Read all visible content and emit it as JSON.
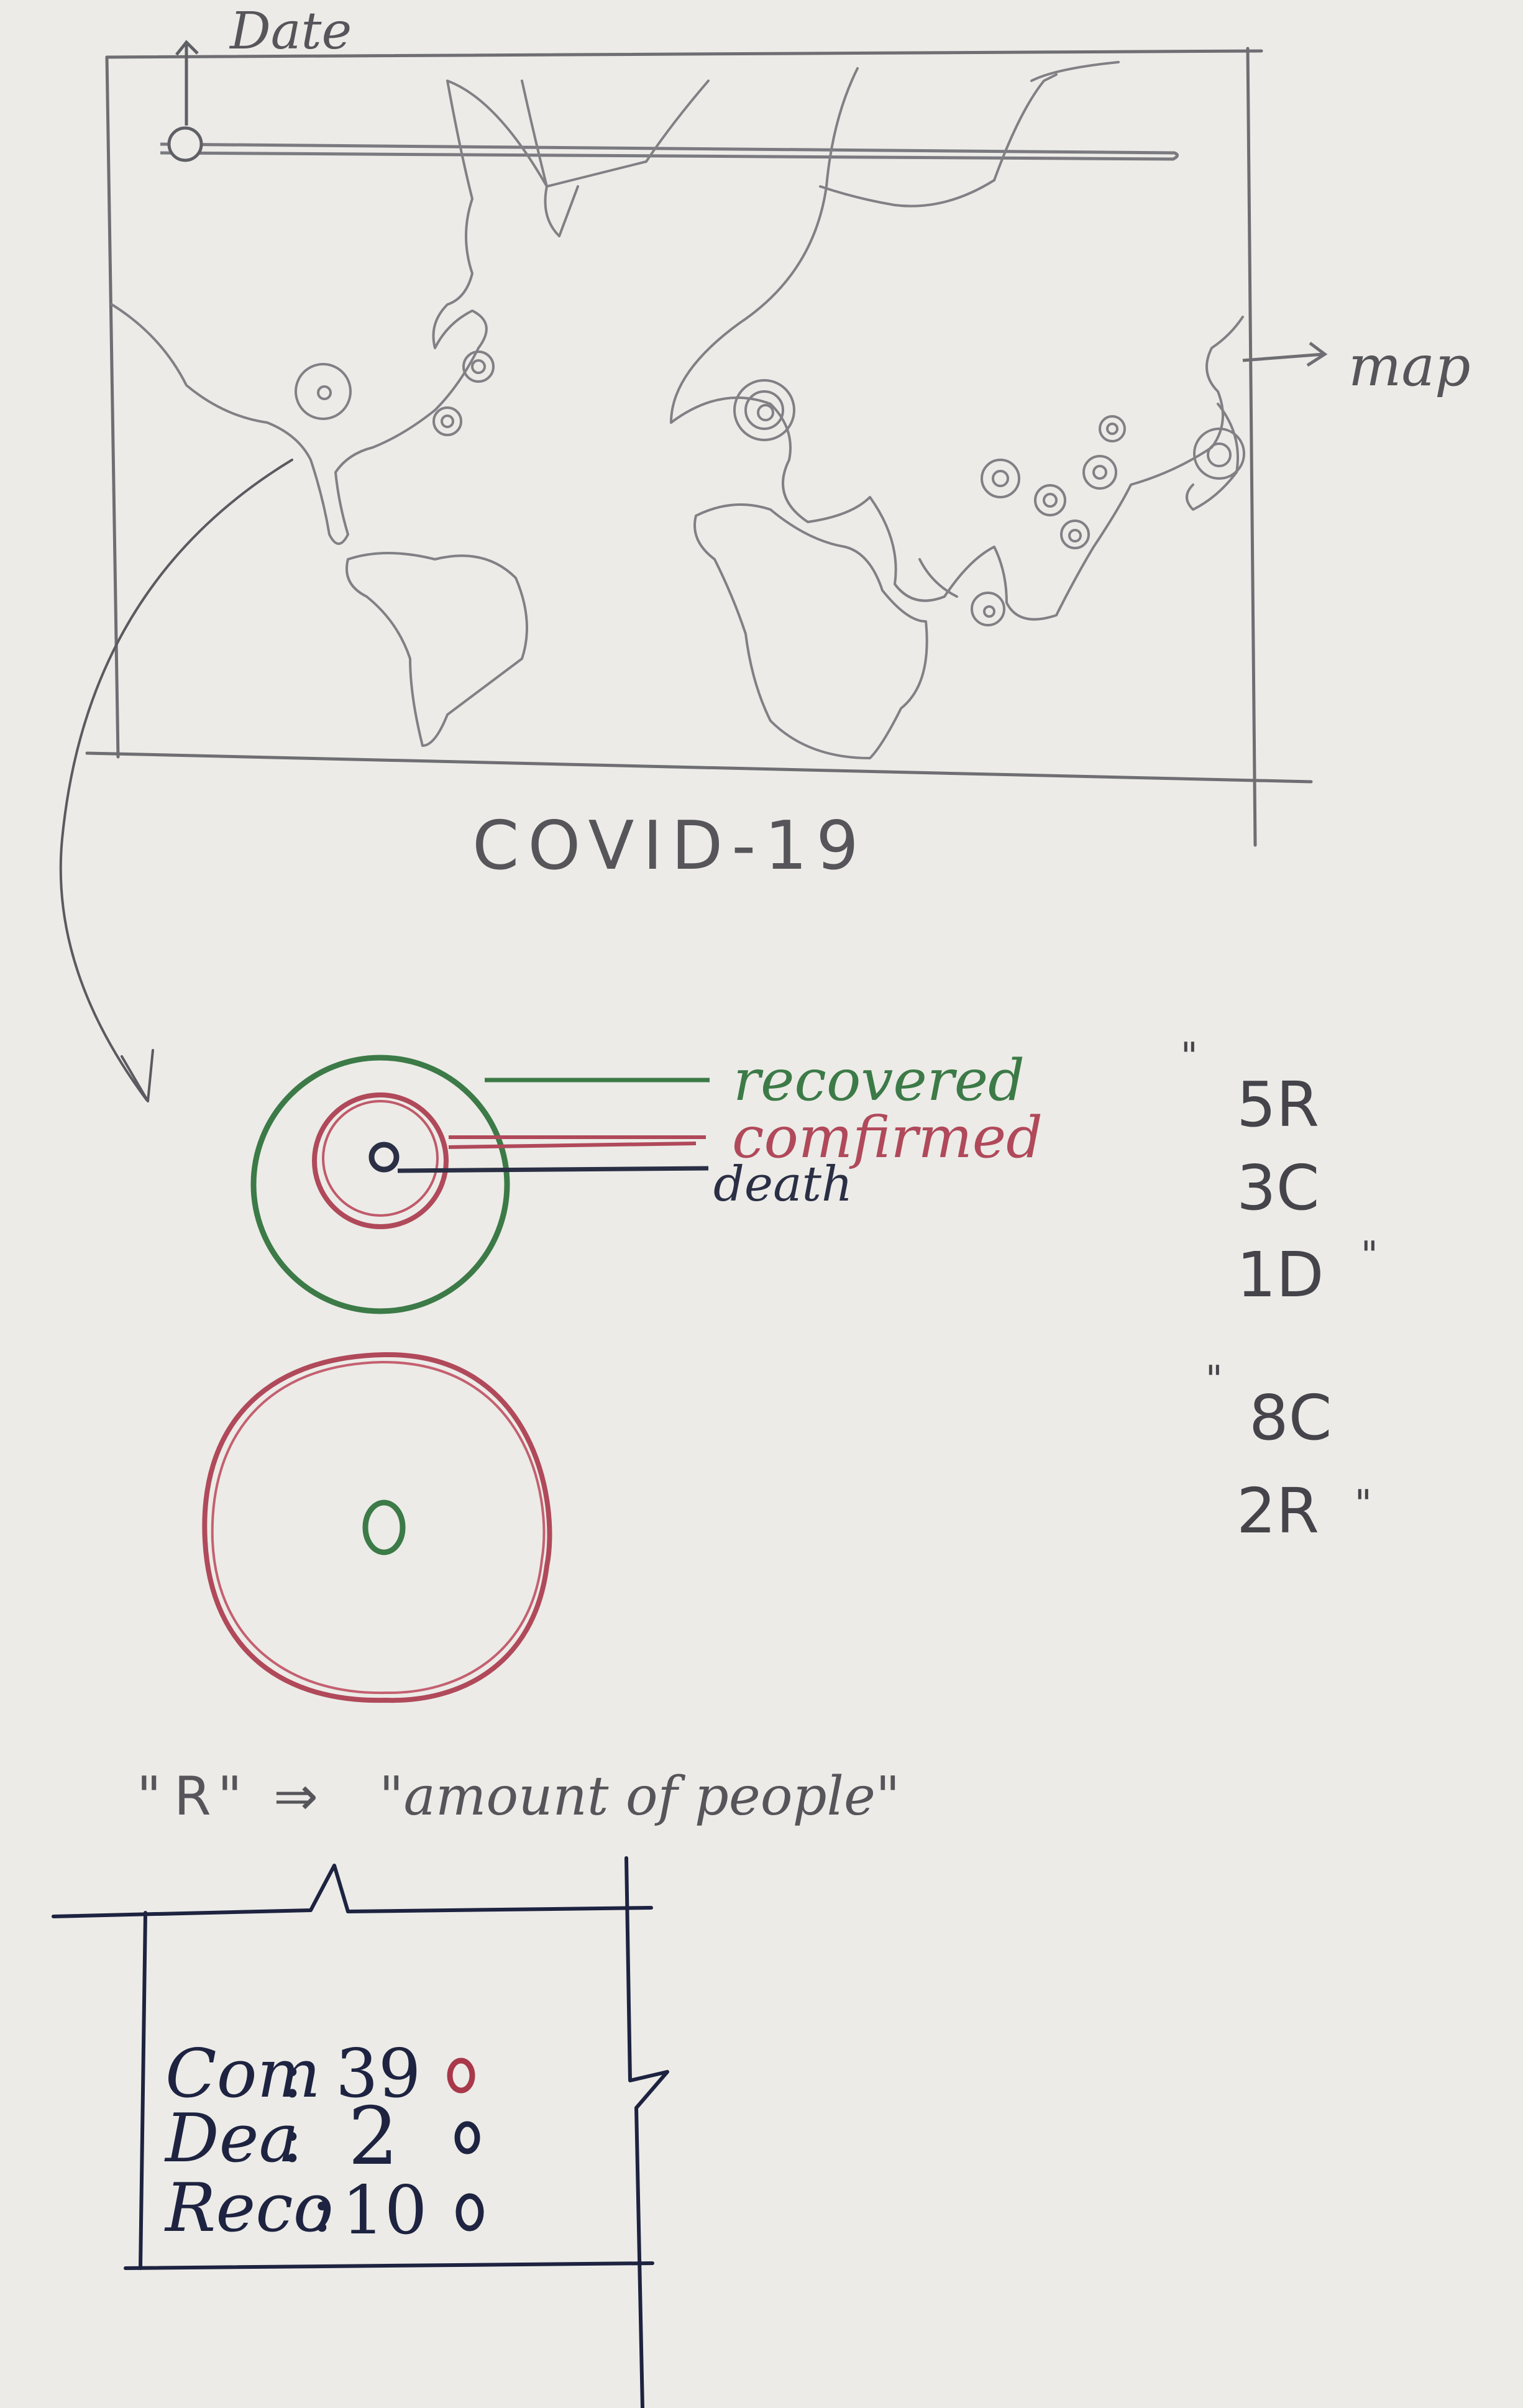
{
  "date_label": "Date",
  "map_label": "map",
  "title": "COVID-19",
  "legend": {
    "recovered": "recovered",
    "confirmed": "comfirmed",
    "death": "death"
  },
  "example1": {
    "line1": "5R",
    "line2": "3C",
    "line3": "1D"
  },
  "example2": {
    "line1": "8C",
    "line2": "2R"
  },
  "note": {
    "open_quote": "\"",
    "r": "R",
    "close_quote": "\"",
    "arrow": "⇒",
    "text": "\"amount of people\""
  },
  "tooltip": {
    "rows": [
      {
        "label": "Com",
        "value": "39",
        "marker_color": "#a8384a"
      },
      {
        "label": "Dea",
        "value": "2",
        "marker_color": "#1d2340"
      },
      {
        "label": "Reco",
        "value": "10",
        "marker_color": "#1d2340"
      }
    ]
  },
  "colors": {
    "recovered": "#3c7a47",
    "confirmed": "#b0495a",
    "death": "#2a2f45",
    "pencil": "#6e6e73",
    "pen": "#1d2340"
  }
}
